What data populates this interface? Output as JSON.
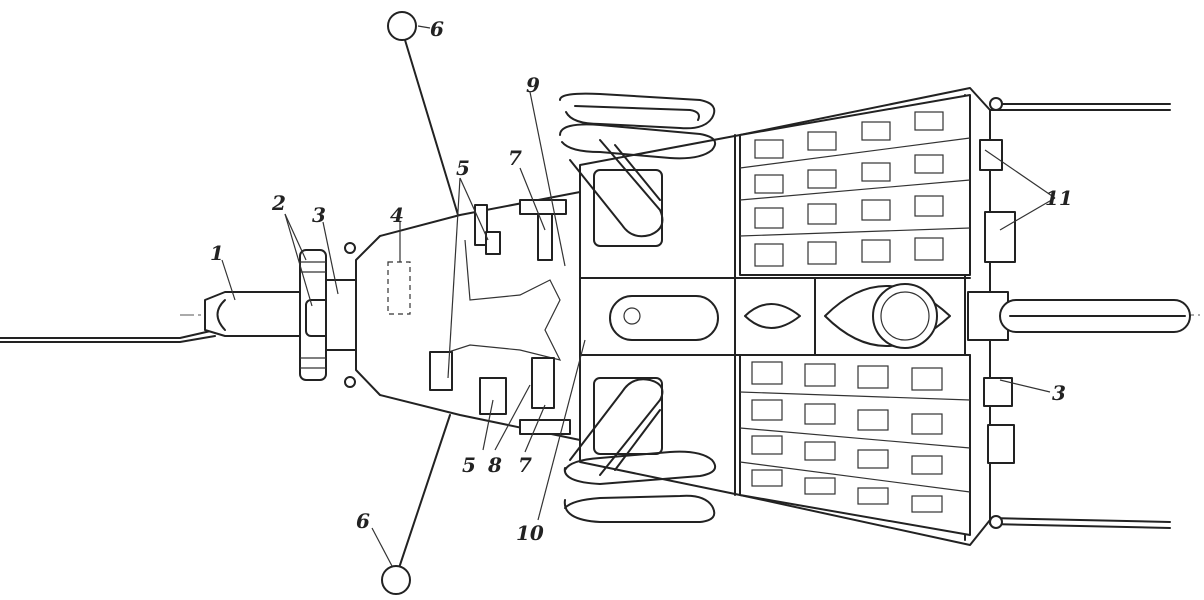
{
  "diagram": {
    "stroke_color": "#222222",
    "background_color": "#ffffff",
    "callouts": [
      {
        "id": "c1",
        "label": "1"
      },
      {
        "id": "c2",
        "label": "2"
      },
      {
        "id": "c3a",
        "label": "3"
      },
      {
        "id": "c3b",
        "label": "3"
      },
      {
        "id": "c4",
        "label": "4"
      },
      {
        "id": "c5a",
        "label": "5"
      },
      {
        "id": "c5b",
        "label": "5"
      },
      {
        "id": "c6a",
        "label": "6"
      },
      {
        "id": "c6b",
        "label": "6"
      },
      {
        "id": "c7a",
        "label": "7"
      },
      {
        "id": "c7b",
        "label": "7"
      },
      {
        "id": "c8",
        "label": "8"
      },
      {
        "id": "c9",
        "label": "9"
      },
      {
        "id": "c10",
        "label": "10"
      },
      {
        "id": "c11",
        "label": "11"
      }
    ]
  }
}
